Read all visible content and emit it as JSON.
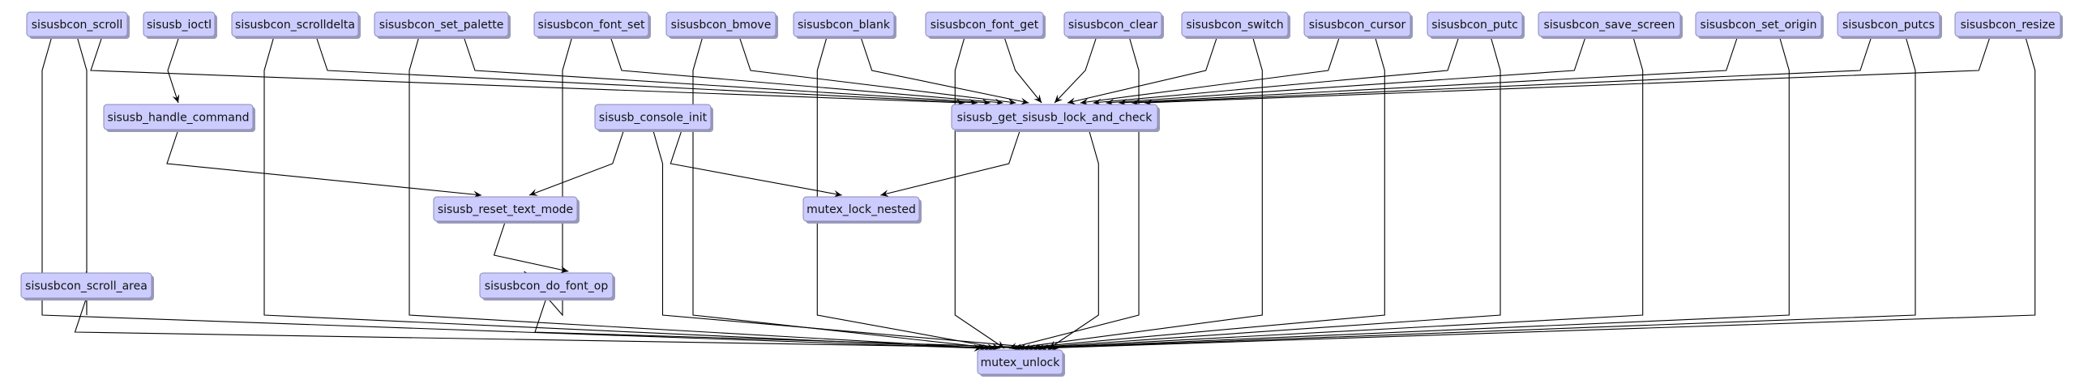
{
  "diagram": {
    "type": "call-graph",
    "colors": {
      "node_fill": "#ccccff",
      "node_border": "#8a8ab8",
      "edge": "#000000"
    },
    "nodes": [
      {
        "id": "sisusbcon_scroll",
        "label": "sisusbcon_scroll"
      },
      {
        "id": "sisusb_ioctl",
        "label": "sisusb_ioctl"
      },
      {
        "id": "sisusbcon_scrolldelta",
        "label": "sisusbcon_scrolldelta"
      },
      {
        "id": "sisusbcon_set_palette",
        "label": "sisusbcon_set_palette"
      },
      {
        "id": "sisusbcon_font_set",
        "label": "sisusbcon_font_set"
      },
      {
        "id": "sisusbcon_bmove",
        "label": "sisusbcon_bmove"
      },
      {
        "id": "sisusbcon_blank",
        "label": "sisusbcon_blank"
      },
      {
        "id": "sisusbcon_font_get",
        "label": "sisusbcon_font_get"
      },
      {
        "id": "sisusbcon_clear",
        "label": "sisusbcon_clear"
      },
      {
        "id": "sisusbcon_switch",
        "label": "sisusbcon_switch"
      },
      {
        "id": "sisusbcon_cursor",
        "label": "sisusbcon_cursor"
      },
      {
        "id": "sisusbcon_putc",
        "label": "sisusbcon_putc"
      },
      {
        "id": "sisusbcon_save_screen",
        "label": "sisusbcon_save_screen"
      },
      {
        "id": "sisusbcon_set_origin",
        "label": "sisusbcon_set_origin"
      },
      {
        "id": "sisusbcon_putcs",
        "label": "sisusbcon_putcs"
      },
      {
        "id": "sisusbcon_resize",
        "label": "sisusbcon_resize"
      },
      {
        "id": "sisusb_handle_command",
        "label": "sisusb_handle_command"
      },
      {
        "id": "sisusb_console_init",
        "label": "sisusb_console_init"
      },
      {
        "id": "sisusb_get_sisusb_lock_and_check",
        "label": "sisusb_get_sisusb_lock_and_check"
      },
      {
        "id": "sisusb_reset_text_mode",
        "label": "sisusb_reset_text_mode"
      },
      {
        "id": "mutex_lock_nested",
        "label": "mutex_lock_nested"
      },
      {
        "id": "sisusbcon_scroll_area",
        "label": "sisusbcon_scroll_area"
      },
      {
        "id": "sisusbcon_do_font_op",
        "label": "sisusbcon_do_font_op"
      },
      {
        "id": "mutex_unlock",
        "label": "mutex_unlock"
      }
    ],
    "edges": [
      {
        "from": "sisusbcon_scroll",
        "to": "mutex_unlock"
      },
      {
        "from": "sisusbcon_scroll",
        "to": "sisusbcon_scroll_area"
      },
      {
        "from": "sisusbcon_scroll",
        "to": "sisusb_get_sisusb_lock_and_check"
      },
      {
        "from": "sisusb_ioctl",
        "to": "sisusb_handle_command"
      },
      {
        "from": "sisusbcon_scrolldelta",
        "to": "mutex_unlock"
      },
      {
        "from": "sisusbcon_scrolldelta",
        "to": "sisusb_get_sisusb_lock_and_check"
      },
      {
        "from": "sisusbcon_set_palette",
        "to": "mutex_unlock"
      },
      {
        "from": "sisusbcon_set_palette",
        "to": "sisusb_get_sisusb_lock_and_check"
      },
      {
        "from": "sisusbcon_font_set",
        "to": "sisusbcon_do_font_op"
      },
      {
        "from": "sisusbcon_font_set",
        "to": "sisusb_get_sisusb_lock_and_check"
      },
      {
        "from": "sisusbcon_bmove",
        "to": "mutex_unlock"
      },
      {
        "from": "sisusbcon_bmove",
        "to": "sisusb_get_sisusb_lock_and_check"
      },
      {
        "from": "sisusbcon_blank",
        "to": "mutex_unlock"
      },
      {
        "from": "sisusbcon_blank",
        "to": "sisusb_get_sisusb_lock_and_check"
      },
      {
        "from": "sisusbcon_font_get",
        "to": "mutex_unlock"
      },
      {
        "from": "sisusbcon_font_get",
        "to": "sisusb_get_sisusb_lock_and_check"
      },
      {
        "from": "sisusbcon_clear",
        "to": "sisusb_get_sisusb_lock_and_check"
      },
      {
        "from": "sisusbcon_clear",
        "to": "mutex_unlock"
      },
      {
        "from": "sisusbcon_switch",
        "to": "sisusb_get_sisusb_lock_and_check"
      },
      {
        "from": "sisusbcon_switch",
        "to": "mutex_unlock"
      },
      {
        "from": "sisusbcon_cursor",
        "to": "sisusb_get_sisusb_lock_and_check"
      },
      {
        "from": "sisusbcon_cursor",
        "to": "mutex_unlock"
      },
      {
        "from": "sisusbcon_putc",
        "to": "sisusb_get_sisusb_lock_and_check"
      },
      {
        "from": "sisusbcon_putc",
        "to": "mutex_unlock"
      },
      {
        "from": "sisusbcon_save_screen",
        "to": "sisusb_get_sisusb_lock_and_check"
      },
      {
        "from": "sisusbcon_save_screen",
        "to": "mutex_unlock"
      },
      {
        "from": "sisusbcon_set_origin",
        "to": "sisusb_get_sisusb_lock_and_check"
      },
      {
        "from": "sisusbcon_set_origin",
        "to": "mutex_unlock"
      },
      {
        "from": "sisusbcon_putcs",
        "to": "sisusb_get_sisusb_lock_and_check"
      },
      {
        "from": "sisusbcon_putcs",
        "to": "mutex_unlock"
      },
      {
        "from": "sisusbcon_resize",
        "to": "sisusb_get_sisusb_lock_and_check"
      },
      {
        "from": "sisusbcon_resize",
        "to": "mutex_unlock"
      },
      {
        "from": "sisusb_handle_command",
        "to": "sisusb_reset_text_mode"
      },
      {
        "from": "sisusb_console_init",
        "to": "sisusb_reset_text_mode"
      },
      {
        "from": "sisusb_console_init",
        "to": "mutex_unlock"
      },
      {
        "from": "sisusb_console_init",
        "to": "mutex_lock_nested"
      },
      {
        "from": "sisusb_get_sisusb_lock_and_check",
        "to": "mutex_lock_nested"
      },
      {
        "from": "sisusb_get_sisusb_lock_and_check",
        "to": "mutex_unlock"
      },
      {
        "from": "sisusb_reset_text_mode",
        "to": "sisusbcon_do_font_op"
      },
      {
        "from": "sisusbcon_scroll_area",
        "to": "mutex_unlock"
      },
      {
        "from": "sisusbcon_do_font_op",
        "to": "mutex_unlock"
      }
    ]
  }
}
